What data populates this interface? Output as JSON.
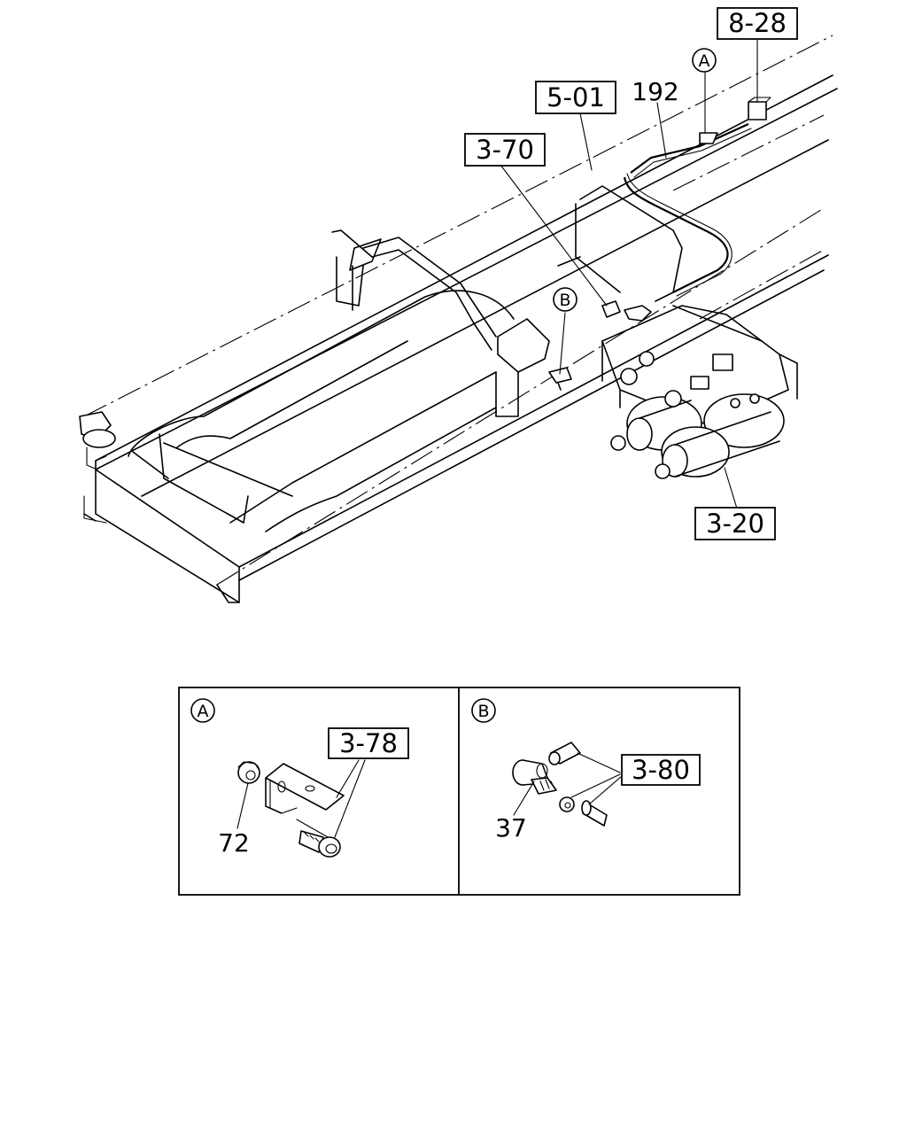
{
  "callouts": {
    "main": {
      "ref_8_28": "8-28",
      "ref_5_01": "5-01",
      "ref_3_70": "3-70",
      "ref_3_20": "3-20",
      "part_192": "192",
      "detail_a_marker": "A",
      "detail_b_marker": "B"
    },
    "detail_a": {
      "label": "A",
      "ref_3_78": "3-78",
      "part_72": "72"
    },
    "detail_b": {
      "label": "B",
      "ref_3_80": "3-80",
      "part_37": "37"
    }
  },
  "colors": {
    "line": "#000000",
    "background": "#ffffff"
  }
}
